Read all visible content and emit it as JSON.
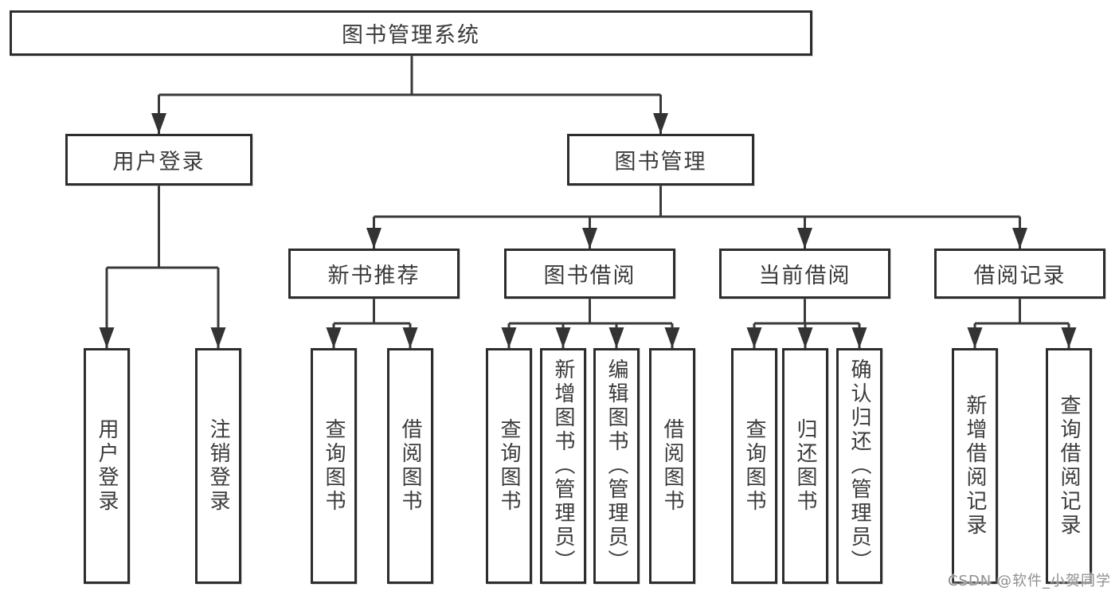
{
  "tree": {
    "root": {
      "label": "图书管理系统",
      "children": [
        {
          "label": "用户登录",
          "children": [
            {
              "label": "用户登录"
            },
            {
              "label": "注销登录"
            }
          ]
        },
        {
          "label": "图书管理",
          "children": [
            {
              "label": "新书推荐",
              "children": [
                {
                  "label": "查询图书"
                },
                {
                  "label": "借阅图书"
                }
              ]
            },
            {
              "label": "图书借阅",
              "children": [
                {
                  "label": "查询图书"
                },
                {
                  "label": "新增图书（管理员）"
                },
                {
                  "label": "编辑图书（管理员）"
                },
                {
                  "label": "借阅图书"
                }
              ]
            },
            {
              "label": "当前借阅",
              "children": [
                {
                  "label": "查询图书"
                },
                {
                  "label": "归还图书"
                },
                {
                  "label": "确认归还（管理员）"
                }
              ]
            },
            {
              "label": "借阅记录",
              "children": [
                {
                  "label": "新增借阅记录"
                },
                {
                  "label": "查询借阅记录"
                }
              ]
            }
          ]
        }
      ]
    }
  },
  "watermark": {
    "text": "CSDN @软件_小贺同学",
    "color": "#8f8f8f"
  },
  "colors": {
    "line": "#3a3a3a",
    "box_border": "#2d2d2d",
    "box_fill": "#ffffff",
    "text": "#3b3b3b",
    "background": "#ffffff"
  }
}
